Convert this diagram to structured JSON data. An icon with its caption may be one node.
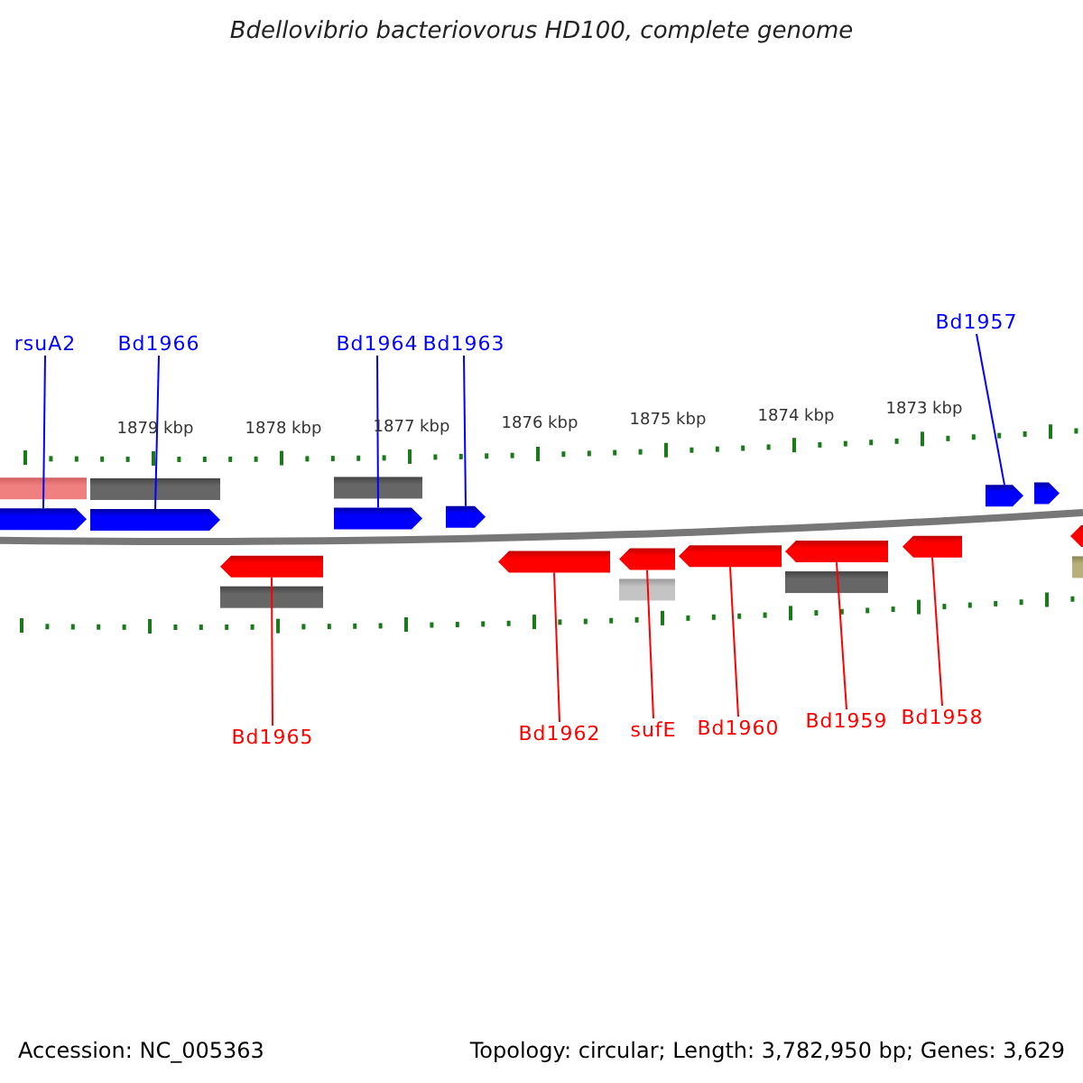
{
  "diagram": {
    "title": "Bdellovibrio bacteriovorus HD100, complete genome",
    "nodes": [
      {
        "text": [
          "rsuA2"
        ]
      },
      {
        "text": [
          "Bd1966"
        ]
      },
      {
        "text": [
          "Bd1964"
        ]
      },
      {
        "text": [
          "Bd1963"
        ]
      },
      {
        "text": [
          "Bd1957"
        ]
      },
      {
        "text": [
          "Bd1965"
        ]
      },
      {
        "text": [
          "Bd1962"
        ]
      },
      {
        "text": [
          "sufE"
        ]
      },
      {
        "text": [
          "Bd1960"
        ]
      },
      {
        "text": [
          "Bd1959"
        ]
      },
      {
        "text": [
          "Bd1958"
        ]
      },
      {
        "text": [],
        "shape": "pentagon"
      },
      {
        "text": [],
        "shape": "pentagon"
      },
      {
        "text": [],
        "shape": "pentagon"
      },
      {
        "text": [],
        "shape": "pentagon"
      },
      {
        "text": [],
        "shape": "pentagon"
      },
      {
        "text": [],
        "shape": "pentagon"
      },
      {
        "text": [],
        "shape": "pentagon"
      },
      {
        "text": [],
        "shape": "pentagon"
      },
      {
        "text": [],
        "shape": "pentagon"
      },
      {
        "text": [],
        "shape": "pentagon"
      },
      {
        "text": [],
        "shape": "pentagon"
      }
    ],
    "edges": [
      {
        "from": 0,
        "to": 11,
        "arrow": "none",
        "color": "#0000ff"
      },
      {
        "from": 1,
        "to": 12,
        "arrow": "none",
        "color": "#0000ff"
      },
      {
        "from": 2,
        "to": 14,
        "arrow": "none",
        "color": "#0000ff"
      },
      {
        "from": 3,
        "to": 15,
        "arrow": "none",
        "color": "#0000ff"
      },
      {
        "from": 4,
        "to": 21,
        "arrow": "none",
        "color": "#0000ff"
      },
      {
        "from": 5,
        "to": 13,
        "arrow": "none"
      },
      {
        "from": 6,
        "to": 16,
        "arrow": "none"
      },
      {
        "from": 7,
        "to": 17,
        "arrow": "none"
      },
      {
        "from": 8,
        "to": 18,
        "arrow": "none"
      },
      {
        "from": 9,
        "to": 19,
        "arrow": "none"
      },
      {
        "from": 10,
        "to": 20,
        "arrow": "none"
      }
    ],
    "labels": [
      "1879 kbp",
      "1878 kbp",
      "1877 kbp",
      "1876 kbp",
      "1875 kbp",
      "1874 kbp",
      "1873 kbp",
      "Accession: NC_005363",
      "Topology: circular; Length: 3,782,950 bp; Genes: 3,629"
    ]
  }
}
